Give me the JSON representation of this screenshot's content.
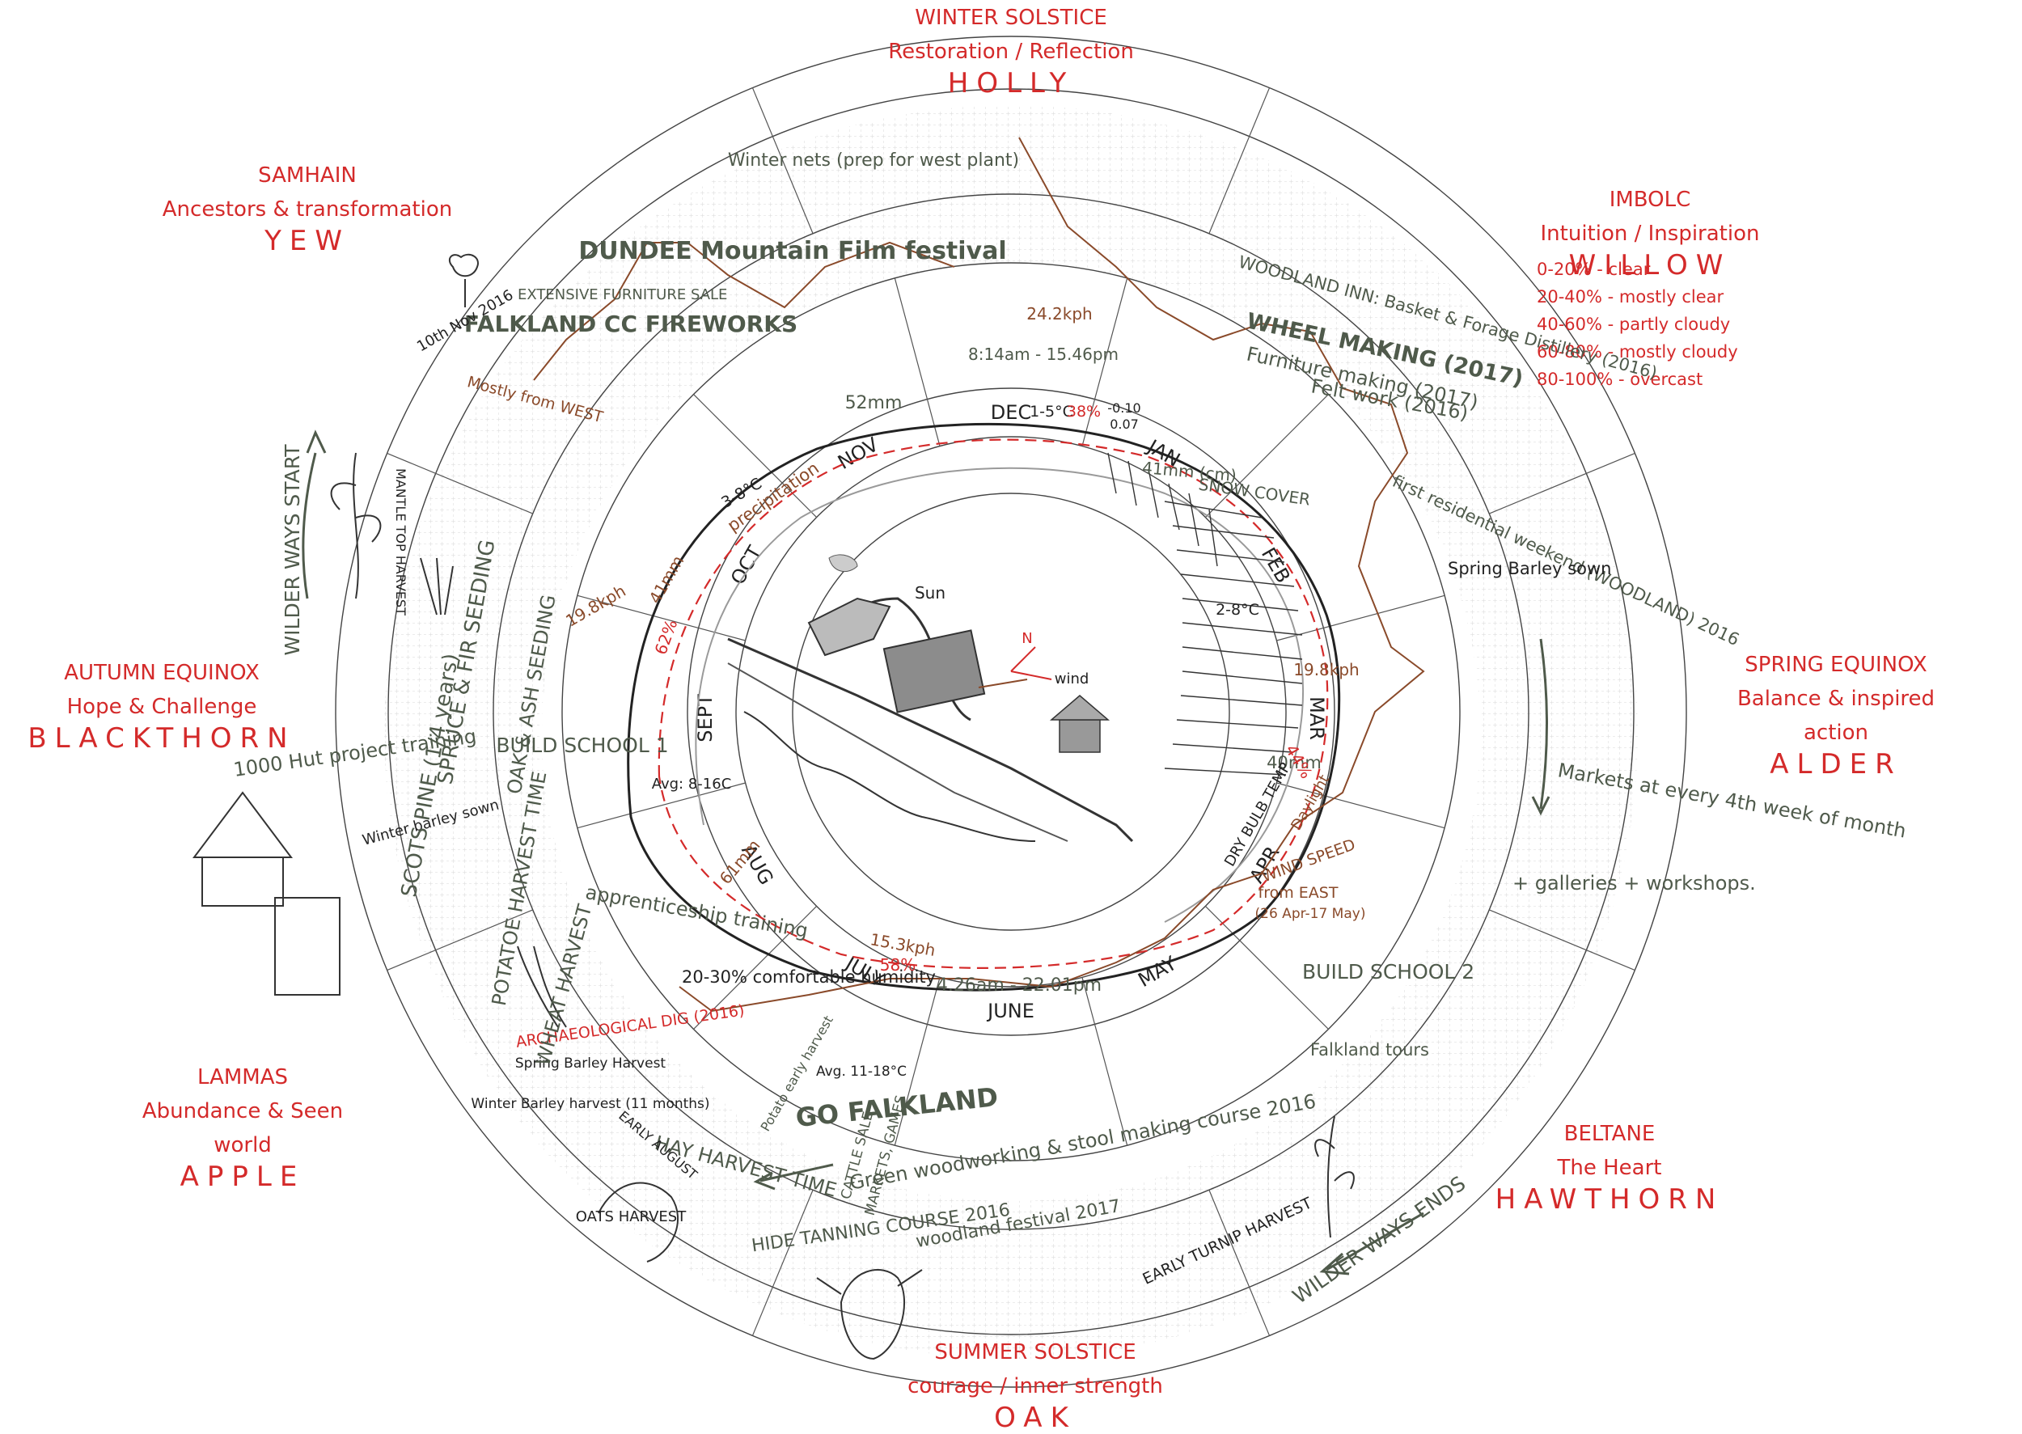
{
  "colors": {
    "festival_red": "#d42a2a",
    "event_green": "#4f5a4b",
    "wind_brown": "#8a4a2a",
    "ink": "#222222",
    "grid": "#bdbdbd"
  },
  "festivals": [
    {
      "id": "winter-solstice",
      "lines": [
        "WINTER SOLSTICE",
        "Restoration / Reflection",
        "HOLLY"
      ]
    },
    {
      "id": "imbolc",
      "lines": [
        "IMBOLC",
        "Intuition / Inspiration",
        "WILLOW"
      ]
    },
    {
      "id": "spring-equinox",
      "lines": [
        "SPRING EQUINOX",
        "Balance & inspired",
        "action",
        "ALDER"
      ]
    },
    {
      "id": "beltane",
      "lines": [
        "BELTANE",
        "The Heart",
        "HAWTHORN"
      ]
    },
    {
      "id": "summer-solstice",
      "lines": [
        "SUMMER SOLSTICE",
        "courage / inner strength",
        "OAK"
      ]
    },
    {
      "id": "lammas",
      "lines": [
        "LAMMAS",
        "Abundance & Seen",
        "world",
        "APPLE"
      ]
    },
    {
      "id": "autumn-equinox",
      "lines": [
        "AUTUMN EQUINOX",
        "Hope & Challenge",
        "BLACKTHORN"
      ]
    },
    {
      "id": "samhain",
      "lines": [
        "SAMHAIN",
        "Ancestors & transformation",
        "YEW"
      ]
    }
  ],
  "cloud_legend": [
    "0-20% - clear",
    "20-40% - mostly clear",
    "40-60% - partly cloudy",
    "60-80% - mostly cloudy",
    "80-100% - overcast"
  ],
  "months": [
    "DEC",
    "JAN",
    "FEB",
    "MAR",
    "APR",
    "MAY",
    "JUNE",
    "JULY",
    "AUG",
    "SEPT",
    "OCT",
    "NOV"
  ],
  "events": {
    "winter_nets": "Winter nets (prep for west plant)",
    "dundee": "DUNDEE Mountain Film festival",
    "falkland_fireworks": "FALKLAND CC FIREWORKS",
    "furniture_sale": "EXTENSIVE FURNITURE SALE",
    "date_nov": "10th Nov 2016",
    "woodland_inn": "WOODLAND INN: Basket & Forage Distillery (2016)",
    "wheel_making": "WHEEL MAKING (2017)",
    "furniture_making": "Furniture making (2017)",
    "felt": "Felt work (2016)",
    "first_residential": "first residential weekend (WOODLAND) 2016",
    "spring_barley": "Spring Barley sown",
    "markets": "Markets at every 4th week of month",
    "galleries": "+ galleries + workshops.",
    "build_school_2": "BUILD SCHOOL 2",
    "falkland_tours": "Falkland tours",
    "green_woodworking": "Green woodworking & stool making course 2016",
    "woodland_festival": "woodland festival 2017",
    "cattle_sale": "CATTLE SALE",
    "markets_games": "MARKETS, GAMES",
    "go_falkland": "GO FALKLAND",
    "hay_harvest": "HAY HARVEST TIME",
    "hide_tanning": "HIDE TANNING COURSE 2016",
    "potato_harvest": "Potato early harvest",
    "oats_harvest": "OATS HARVEST",
    "early_turnip": "EARLY TURNIP HARVEST",
    "wilder_ways_ends": "WILDER WAYS ENDS",
    "wilder_ways_start": "WILDER WAYS START",
    "training_1000": "1000 Hut project training",
    "winter_barley": "Winter barley sown",
    "archaeological": "ARCHAEOLOGICAL DIG (2016)",
    "spring_barley_harvest": "Spring Barley Harvest",
    "winter_barley_harvest": "Winter Barley harvest (11 months)",
    "early_august": "EARLY AUGUST",
    "mushroom": "MANTLE TOP HARVEST",
    "wheat_harvest": "WHEAT HARVEST",
    "potatoe_harvest": "POTATOE HARVEST TIME",
    "spruce_fir": "SPRUCE & FIR SEEDING",
    "scots_pine": "SCOTS PINE (1/4 years)",
    "oak_ash": "OAK & ASH SEEDING",
    "apprenticeship": "apprenticeship training",
    "build_school_1": "BUILD SCHOOL 1",
    "comfortable_humidity": "20-30% comfortable humidity"
  },
  "climate": {
    "precip_dec": "52mm",
    "precip_feb": "41mm (cm)",
    "precip_apr": "40mm",
    "snow": "SNOW COVER",
    "temp_jan": "1-5°C",
    "pct_jan": "38%",
    "temp_nov": "3-8°C",
    "temp_mar": "2-8°C",
    "temp_sept": "Avg: 8-16C",
    "temp_july": "Avg. 11-18°C",
    "precip_label": "precipitation",
    "precip_oct": "41mm",
    "precip_aug": "61mm",
    "pct_oct": "62%",
    "pct_apr": "44%",
    "pct_july": "58%",
    "wind_dec": "24.2kph",
    "wind_oct": "19.8kph",
    "wind_apr": "19.8kph",
    "wind_july": "15.3kph",
    "sunrise_dec": "8:14am - 15.46pm",
    "sunrise_june": "4.26am - 22.01pm",
    "wind_from_west": "Mostly from WEST",
    "wind_from_east": "from EAST",
    "wind_dates": "(26 Apr-17 May)",
    "wind_speed": "WIND SPEED",
    "daylight": "Daylight",
    "dry_bulb": "DRY BULB TEMP",
    "numbers_jan": "-0.10",
    "numbers_jan2": "0.07",
    "center_sun": "Sun",
    "center_wind": "wind",
    "center_n": "N"
  }
}
